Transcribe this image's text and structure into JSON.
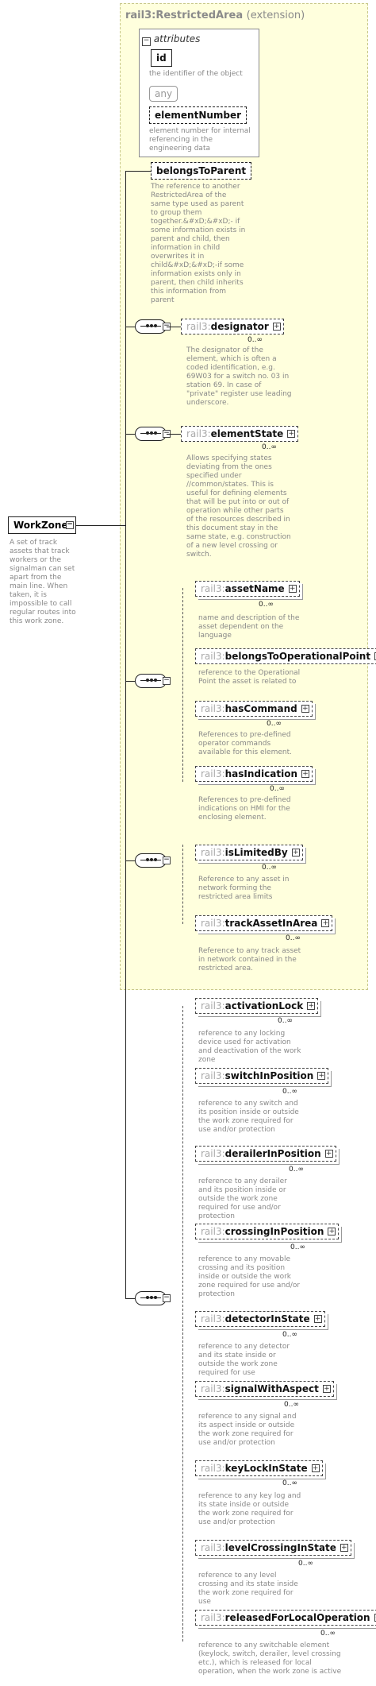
{
  "root": {
    "name": "WorkZone",
    "description": "A set of track assets that track workers or the signalman can set apart from the main line. When taken, it is impossible to call regular routes into this work zone."
  },
  "extension": {
    "prefix": "rail3:",
    "name": "RestrictedArea",
    "kind": "(extension)"
  },
  "attributes": {
    "header": "attributes",
    "items": [
      {
        "name": "id",
        "description": "the identifier of the object"
      },
      {
        "name": "any",
        "description": ""
      },
      {
        "name": "elementNumber",
        "description": "element number for internal referencing in the engineering data"
      },
      {
        "name": "belongsToParent",
        "description": "The reference to another RestrictedArea of the same type used as parent to group them together.&#xD;&#xD;- if some information exists in parent and child, then information in child overwrites it in child&#xD;&#xD;-if some information exists only in parent, then child inherits this information from parent"
      }
    ]
  },
  "elements": [
    {
      "prefix": "rail3:",
      "name": "designator",
      "card": "0..∞",
      "description": "The designator of the element, which is often a coded identification, e.g. 69W03 for a switch no. 03 in station 69. In case of \"private\" register use leading underscore."
    },
    {
      "prefix": "rail3:",
      "name": "elementState",
      "card": "0..∞",
      "description": "Allows specifying states deviating from the ones specified under //common/states. This is useful for defining elements that will be put into or out of operation while other parts of the resources described in this document stay in the same state, e.g. construction of a new level crossing or switch."
    },
    {
      "prefix": "rail3:",
      "name": "assetName",
      "card": "0..∞",
      "description": "name and description of the asset dependent on the language"
    },
    {
      "prefix": "rail3:",
      "name": "belongsToOperationalPoint",
      "card": "",
      "description": "reference to the Operational Point the asset is related to"
    },
    {
      "prefix": "rail3:",
      "name": "hasCommand",
      "card": "0..∞",
      "description": "References to pre-defined operator commands available for this element."
    },
    {
      "prefix": "rail3:",
      "name": "hasIndication",
      "card": "0..∞",
      "description": "References to pre-defined indications on HMI for the enclosing element."
    },
    {
      "prefix": "rail3:",
      "name": "isLimitedBy",
      "card": "0..∞",
      "description": "Reference to any asset in network forming the restricted area limits"
    },
    {
      "prefix": "rail3:",
      "name": "trackAssetInArea",
      "card": "0..∞",
      "description": "Reference to any track asset in network contained in the restricted area."
    },
    {
      "prefix": "rail3:",
      "name": "activationLock",
      "card": "0..∞",
      "description": "reference to any locking device used for activation and deactivation of the work zone"
    },
    {
      "prefix": "rail3:",
      "name": "switchInPosition",
      "card": "0..∞",
      "description": "reference to any switch and its position inside or outside the work zone required for use and/or protection"
    },
    {
      "prefix": "rail3:",
      "name": "derailerInPosition",
      "card": "0..∞",
      "description": "reference to any derailer and its position inside or outside the work zone required for use and/or protection"
    },
    {
      "prefix": "rail3:",
      "name": "crossingInPosition",
      "card": "0..∞",
      "description": "reference to any movable crossing and its position inside or outside the work zone required for use and/or protection"
    },
    {
      "prefix": "rail3:",
      "name": "detectorInState",
      "card": "0..∞",
      "description": "reference to any detector and its state inside or outside the work zone required for use"
    },
    {
      "prefix": "rail3:",
      "name": "signalWithAspect",
      "card": "0..∞",
      "description": "reference to any signal and its aspect inside or outside the work zone required for use and/or protection"
    },
    {
      "prefix": "rail3:",
      "name": "keyLockInState",
      "card": "0..∞",
      "description": "reference to any key log and its state inside or outside the work zone required for use and/or protection"
    },
    {
      "prefix": "rail3:",
      "name": "levelCrossingInState",
      "card": "0..∞",
      "description": "reference to any level crossing and its state inside the work zone required for use"
    },
    {
      "prefix": "rail3:",
      "name": "releasedForLocalOperation",
      "card": "0..∞",
      "description": "reference to any switchable element (keylock, switch, derailer, level crossing etc.), which is released for local operation, when the work zone is active"
    }
  ]
}
